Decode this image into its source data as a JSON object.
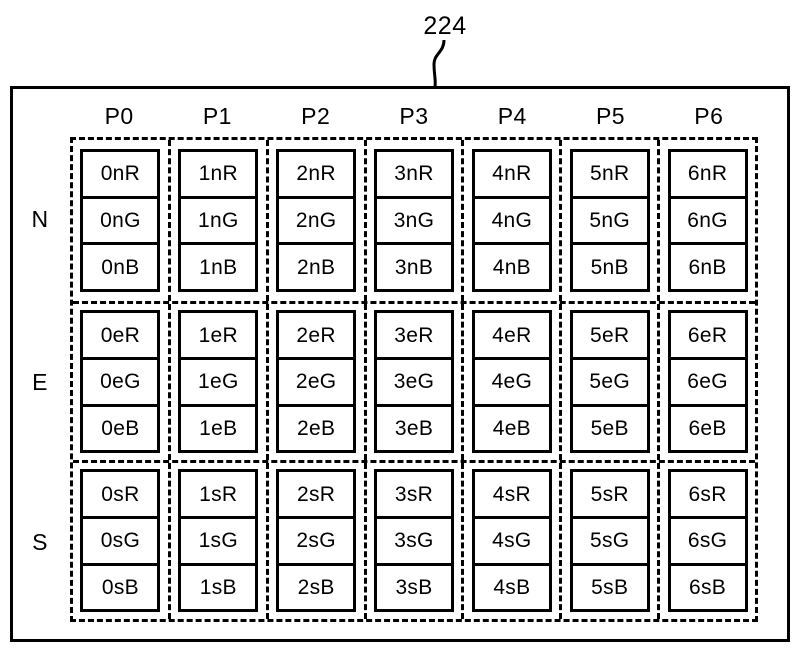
{
  "figure": {
    "reference_numeral": "224",
    "leader_icon": "curved-leader-line"
  },
  "grid": {
    "column_headers": [
      "P0",
      "P1",
      "P2",
      "P3",
      "P4",
      "P5",
      "P6"
    ],
    "row_labels": [
      "N",
      "E",
      "S"
    ],
    "subpixel_channels": [
      "R",
      "G",
      "B"
    ],
    "colors": {
      "line": "#000000",
      "background": "#ffffff"
    },
    "rows": [
      {
        "label": "N",
        "cells": [
          {
            "header": "P0",
            "subpixels": [
              "0nR",
              "0nG",
              "0nB"
            ]
          },
          {
            "header": "P1",
            "subpixels": [
              "1nR",
              "1nG",
              "1nB"
            ]
          },
          {
            "header": "P2",
            "subpixels": [
              "2nR",
              "2nG",
              "2nB"
            ]
          },
          {
            "header": "P3",
            "subpixels": [
              "3nR",
              "3nG",
              "3nB"
            ]
          },
          {
            "header": "P4",
            "subpixels": [
              "4nR",
              "4nG",
              "4nB"
            ]
          },
          {
            "header": "P5",
            "subpixels": [
              "5nR",
              "5nG",
              "5nB"
            ]
          },
          {
            "header": "P6",
            "subpixels": [
              "6nR",
              "6nG",
              "6nB"
            ]
          }
        ]
      },
      {
        "label": "E",
        "cells": [
          {
            "header": "P0",
            "subpixels": [
              "0eR",
              "0eG",
              "0eB"
            ]
          },
          {
            "header": "P1",
            "subpixels": [
              "1eR",
              "1eG",
              "1eB"
            ]
          },
          {
            "header": "P2",
            "subpixels": [
              "2eR",
              "2eG",
              "2eB"
            ]
          },
          {
            "header": "P3",
            "subpixels": [
              "3eR",
              "3eG",
              "3eB"
            ]
          },
          {
            "header": "P4",
            "subpixels": [
              "4eR",
              "4eG",
              "4eB"
            ]
          },
          {
            "header": "P5",
            "subpixels": [
              "5eR",
              "5eG",
              "5eB"
            ]
          },
          {
            "header": "P6",
            "subpixels": [
              "6eR",
              "6eG",
              "6eB"
            ]
          }
        ]
      },
      {
        "label": "S",
        "cells": [
          {
            "header": "P0",
            "subpixels": [
              "0sR",
              "0sG",
              "0sB"
            ]
          },
          {
            "header": "P1",
            "subpixels": [
              "1sR",
              "1sG",
              "1sB"
            ]
          },
          {
            "header": "P2",
            "subpixels": [
              "2sR",
              "2sG",
              "2sB"
            ]
          },
          {
            "header": "P3",
            "subpixels": [
              "3sR",
              "3sG",
              "3sB"
            ]
          },
          {
            "header": "P4",
            "subpixels": [
              "4sR",
              "4sG",
              "4sB"
            ]
          },
          {
            "header": "P5",
            "subpixels": [
              "5sR",
              "5sG",
              "5sB"
            ]
          },
          {
            "header": "P6",
            "subpixels": [
              "6sR",
              "6sG",
              "6sB"
            ]
          }
        ]
      }
    ]
  }
}
